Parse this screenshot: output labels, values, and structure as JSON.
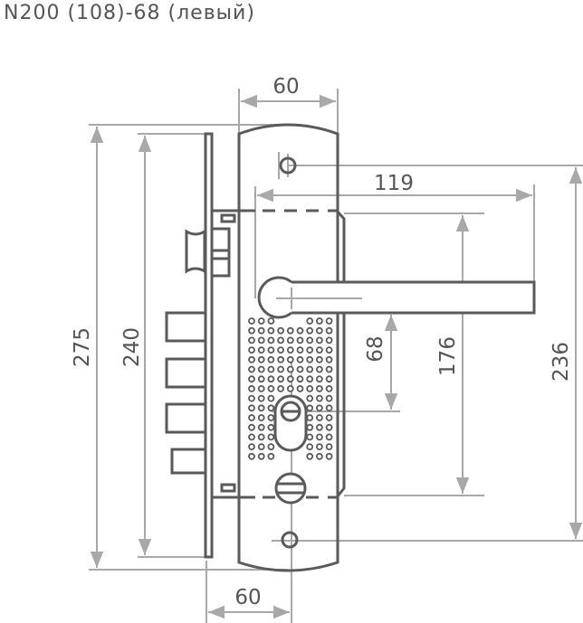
{
  "title": "N200 (108)-68 (левый)",
  "dimensions": {
    "plate_width_top": "60",
    "lever_length": "119",
    "overall_height": "275",
    "faceplate_height": "240",
    "handle_to_cylinder": "68",
    "fixing_spacing_inner": "176",
    "fixing_spacing_outer": "236",
    "backset": "60"
  },
  "colors": {
    "line": "#5a5a5a",
    "dimension": "#a8a8a8"
  }
}
